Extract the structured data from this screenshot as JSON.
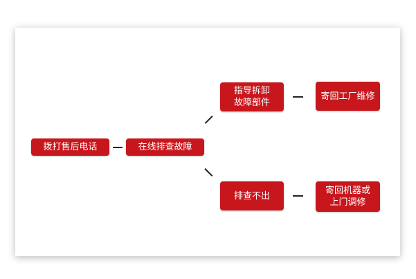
{
  "diagram": {
    "nodes": {
      "call_after_sales": "拨打售后电话",
      "online_troubleshoot": "在线排查故障",
      "guide_disassemble_line1": "指导拆卸",
      "guide_disassemble_line2": "故障部件",
      "ship_to_factory": "寄回工厂维修",
      "not_found": "排查不出",
      "ship_or_onsite_line1": "寄回机器或",
      "ship_or_onsite_line2": "上门调修"
    },
    "colors": {
      "node_fill": "#c8161d",
      "node_text": "#ffffff",
      "connector": "#222222"
    }
  }
}
